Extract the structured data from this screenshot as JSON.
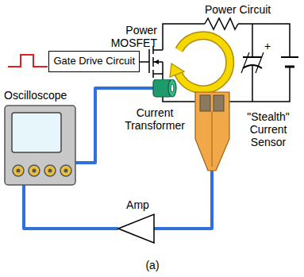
{
  "diagram": {
    "caption": "(a)",
    "nodes": [
      {
        "text": [
          "Gate Drive Circuit"
        ]
      },
      {
        "text": [
          "Oscilloscope"
        ]
      },
      {
        "text": [
          "Current Transformer"
        ]
      },
      {
        "text": [
          "\"Stealth\" Current Sensor"
        ]
      },
      {
        "text": [
          "Amp"
        ]
      }
    ],
    "edges": [
      {
        "from": 2,
        "to": 1,
        "arrow": "none"
      },
      {
        "from": 3,
        "to": 4,
        "arrow": "none"
      },
      {
        "from": 4,
        "to": 1,
        "arrow": "none"
      }
    ],
    "labels": [
      "Power Circuit",
      "Power MOSFET",
      "+"
    ]
  }
}
